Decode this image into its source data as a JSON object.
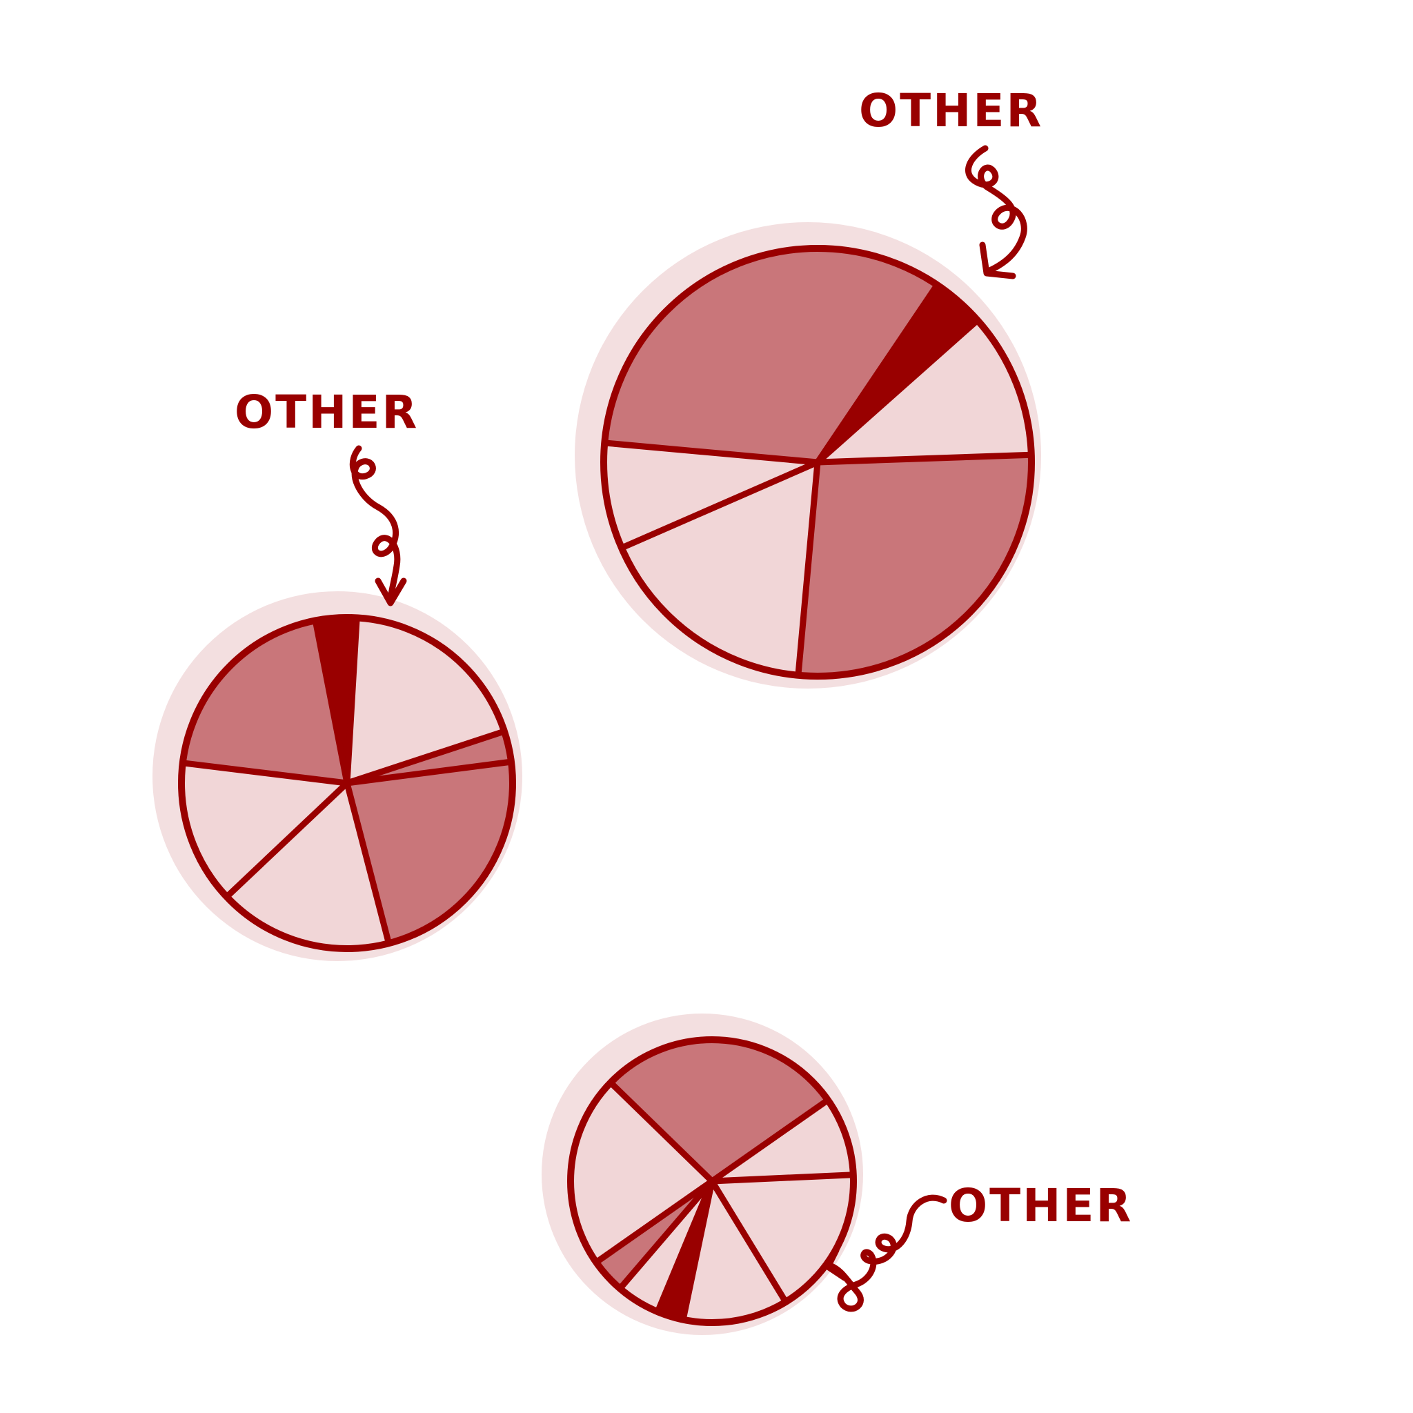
{
  "colors": {
    "ink": "#990000",
    "slice_dark": "#c9767a",
    "slice_light": "#f1d6d7",
    "wash": "#e9c4c6",
    "highlight": "#990000"
  },
  "chart_data": [
    {
      "type": "pie",
      "highlight_label": "OTHER",
      "highlight_index": 0,
      "slices": [
        {
          "value": 4,
          "shade": "highlight"
        },
        {
          "value": 11,
          "shade": "light"
        },
        {
          "value": 27,
          "shade": "dark"
        },
        {
          "value": 17,
          "shade": "light"
        },
        {
          "value": 8,
          "shade": "light"
        },
        {
          "value": 33,
          "shade": "dark"
        }
      ]
    },
    {
      "type": "pie",
      "highlight_label": "OTHER",
      "highlight_index": 0,
      "slices": [
        {
          "value": 4,
          "shade": "highlight"
        },
        {
          "value": 19,
          "shade": "light"
        },
        {
          "value": 3,
          "shade": "dark"
        },
        {
          "value": 23,
          "shade": "dark"
        },
        {
          "value": 17,
          "shade": "light"
        },
        {
          "value": 14,
          "shade": "light"
        },
        {
          "value": 20,
          "shade": "dark"
        }
      ]
    },
    {
      "type": "pie",
      "highlight_label": "OTHER",
      "highlight_index": 3,
      "slices": [
        {
          "value": 9,
          "shade": "light"
        },
        {
          "value": 17,
          "shade": "light"
        },
        {
          "value": 12,
          "shade": "light"
        },
        {
          "value": 3,
          "shade": "highlight"
        },
        {
          "value": 5,
          "shade": "light"
        },
        {
          "value": 4,
          "shade": "dark"
        },
        {
          "value": 22,
          "shade": "light"
        },
        {
          "value": 28,
          "shade": "dark"
        }
      ]
    }
  ]
}
